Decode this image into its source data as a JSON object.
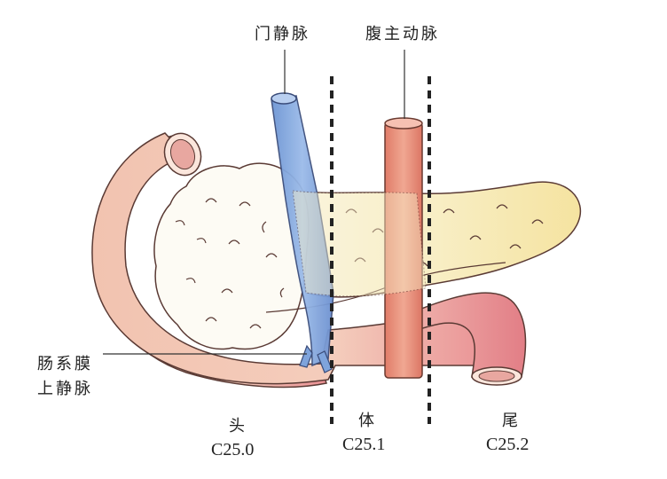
{
  "labels": {
    "portal_vein": "门静脉",
    "aorta": "腹主动脉",
    "smv_line1": "肠系膜",
    "smv_line2": "上静脉"
  },
  "regions": [
    {
      "name": "头",
      "code": "C25.0"
    },
    {
      "name": "体",
      "code": "C25.1"
    },
    {
      "name": "尾",
      "code": "C25.2"
    }
  ],
  "colors": {
    "duodenum": "#f3c9b7",
    "pancreas_head": "#fbf6ea",
    "pancreas_body": "#f7e9b0",
    "portal_vein": "#7fa4dc",
    "aorta": "#e8907a",
    "dashed_divider": "#222222"
  }
}
